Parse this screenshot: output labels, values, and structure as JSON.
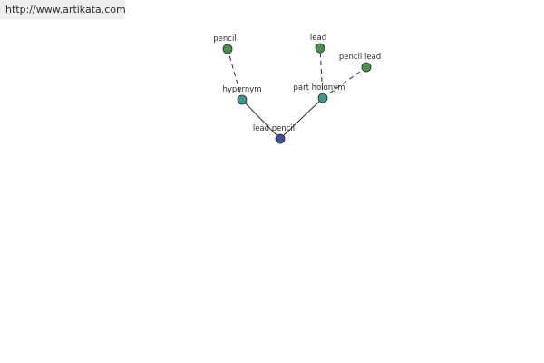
{
  "banner": {
    "url": "http://www.artikata.com"
  },
  "graph": {
    "colors": {
      "leaf_node": "#4a8f4a",
      "relation_node": "#3f9a8c",
      "root_node": "#3f4f9f",
      "node_stroke": "#2b2b2b",
      "solid_edge": "#2b2b2b",
      "dashed_edge": "#2b2b2b"
    },
    "nodes": [
      {
        "id": "pencil",
        "label": "pencil",
        "kind": "leaf"
      },
      {
        "id": "hypernym",
        "label": "hypernym",
        "kind": "relation"
      },
      {
        "id": "lead",
        "label": "lead",
        "kind": "leaf"
      },
      {
        "id": "pencil_lead",
        "label": "pencil lead",
        "kind": "leaf"
      },
      {
        "id": "part_holonym",
        "label": "part holonym",
        "kind": "relation"
      },
      {
        "id": "lead_pencil",
        "label": "lead pencil",
        "kind": "root"
      }
    ],
    "edges": [
      {
        "from": "lead_pencil",
        "to": "hypernym",
        "style": "solid"
      },
      {
        "from": "lead_pencil",
        "to": "part_holonym",
        "style": "solid"
      },
      {
        "from": "hypernym",
        "to": "pencil",
        "style": "dashed"
      },
      {
        "from": "part_holonym",
        "to": "lead",
        "style": "dashed"
      },
      {
        "from": "part_holonym",
        "to": "pencil_lead",
        "style": "dashed"
      }
    ]
  }
}
